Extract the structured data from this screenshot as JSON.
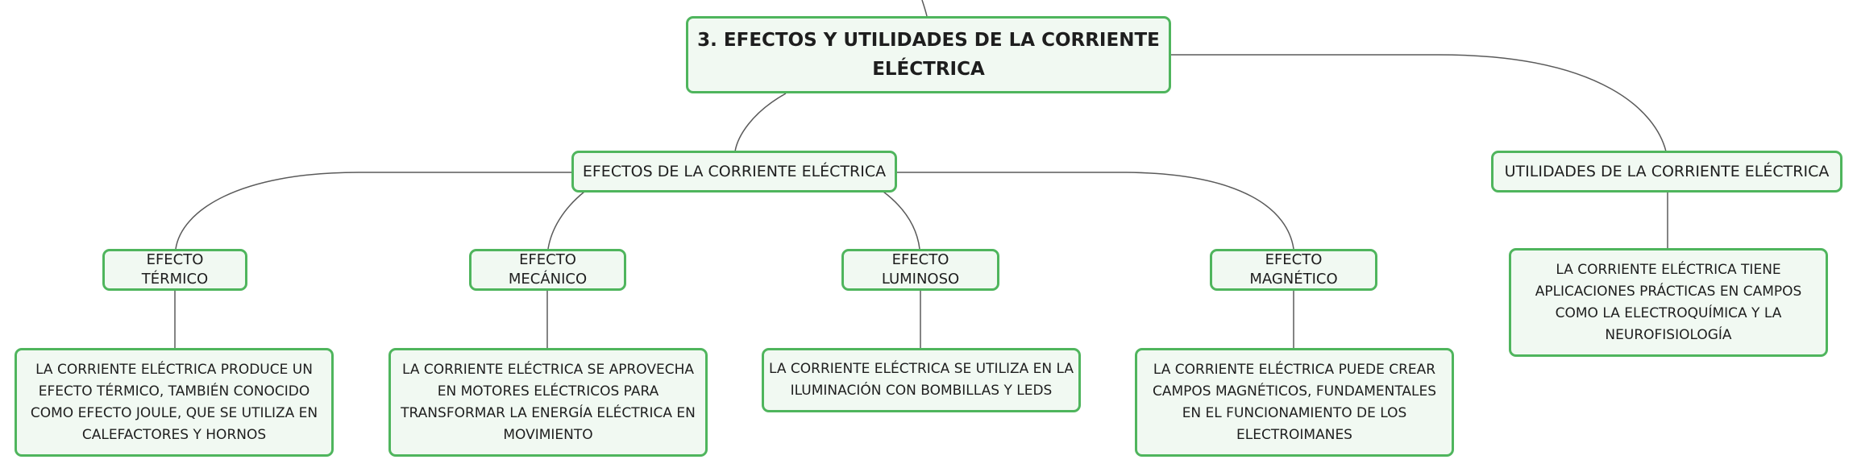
{
  "root": {
    "label": "3. EFECTOS Y UTILIDADES DE LA CORRIENTE ELÉCTRICA"
  },
  "efectos": {
    "label": "EFECTOS DE LA CORRIENTE ELÉCTRICA",
    "items": [
      {
        "label": "EFECTO TÉRMICO",
        "detail": "LA CORRIENTE ELÉCTRICA PRODUCE UN EFECTO TÉRMICO, TAMBIÉN CONOCIDO COMO EFECTO JOULE, QUE SE UTILIZA EN CALEFACTORES Y HORNOS"
      },
      {
        "label": "EFECTO MECÁNICO",
        "detail": "LA CORRIENTE ELÉCTRICA SE APROVECHA EN MOTORES ELÉCTRICOS PARA TRANSFORMAR LA ENERGÍA ELÉCTRICA EN MOVIMIENTO"
      },
      {
        "label": "EFECTO LUMINOSO",
        "detail": "LA CORRIENTE ELÉCTRICA SE UTILIZA EN LA ILUMINACIÓN CON BOMBILLAS Y LEDS"
      },
      {
        "label": "EFECTO MAGNÉTICO",
        "detail": "LA CORRIENTE ELÉCTRICA PUEDE CREAR CAMPOS MAGNÉTICOS, FUNDAMENTALES EN EL FUNCIONAMIENTO DE LOS ELECTROIMANES"
      }
    ]
  },
  "utilidades": {
    "label": "UTILIDADES DE LA CORRIENTE ELÉCTRICA",
    "detail": "LA CORRIENTE ELÉCTRICA TIENE APLICACIONES PRÁCTICAS EN CAMPOS COMO LA ELECTROQUÍMICA Y LA NEUROFISIOLOGÍA"
  },
  "colors": {
    "node_border": "#4fb55d",
    "node_fill": "#f1f9f2",
    "connector": "#5a5a5a",
    "text": "#1e1e1e"
  }
}
